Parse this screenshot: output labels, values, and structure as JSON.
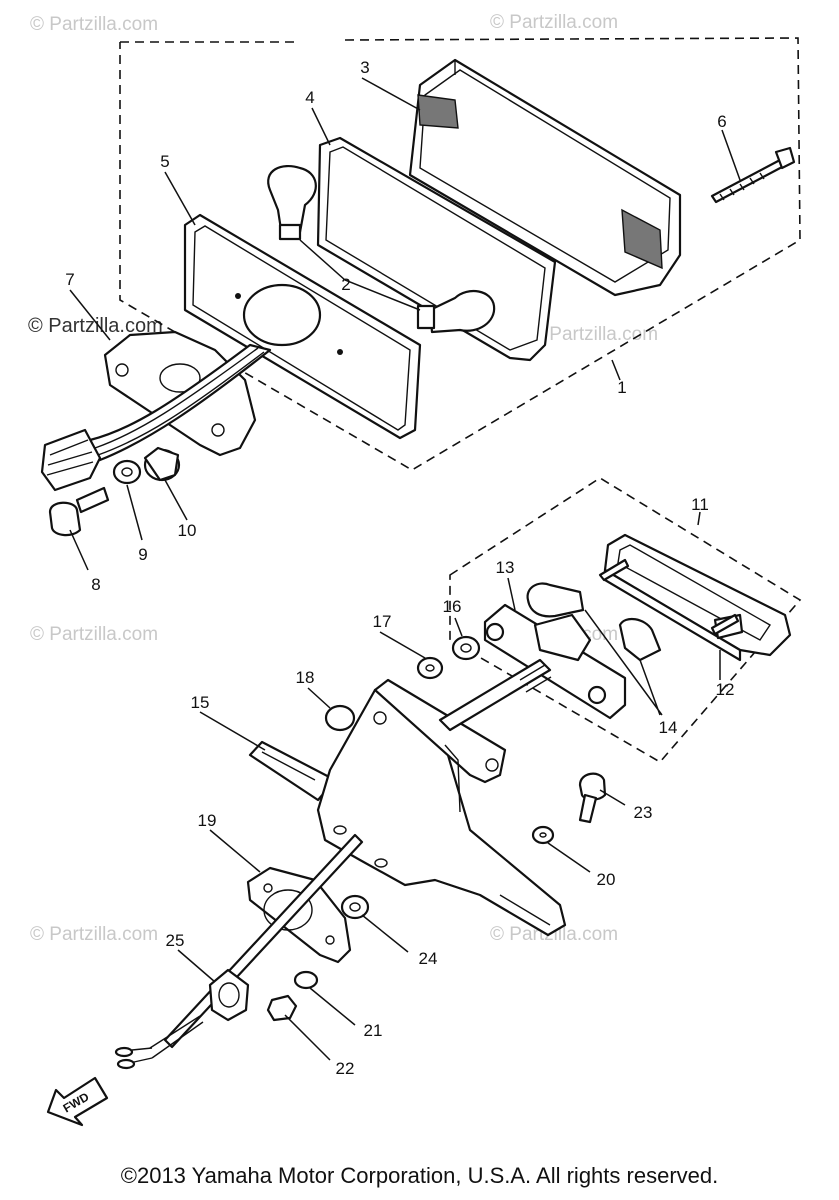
{
  "watermark": "© Partzilla.com",
  "watermark_left": "© Partzilla.com",
  "callouts": [
    "1",
    "2",
    "3",
    "4",
    "5",
    "6",
    "7",
    "8",
    "9",
    "10",
    "11",
    "12",
    "13",
    "14",
    "15",
    "16",
    "17",
    "18",
    "19",
    "20",
    "21",
    "22",
    "23",
    "24",
    "25"
  ],
  "fwd_arrow": "FWD",
  "copyright": "©2013  Yamaha Motor Corporation, U.S.A. All rights reserved."
}
